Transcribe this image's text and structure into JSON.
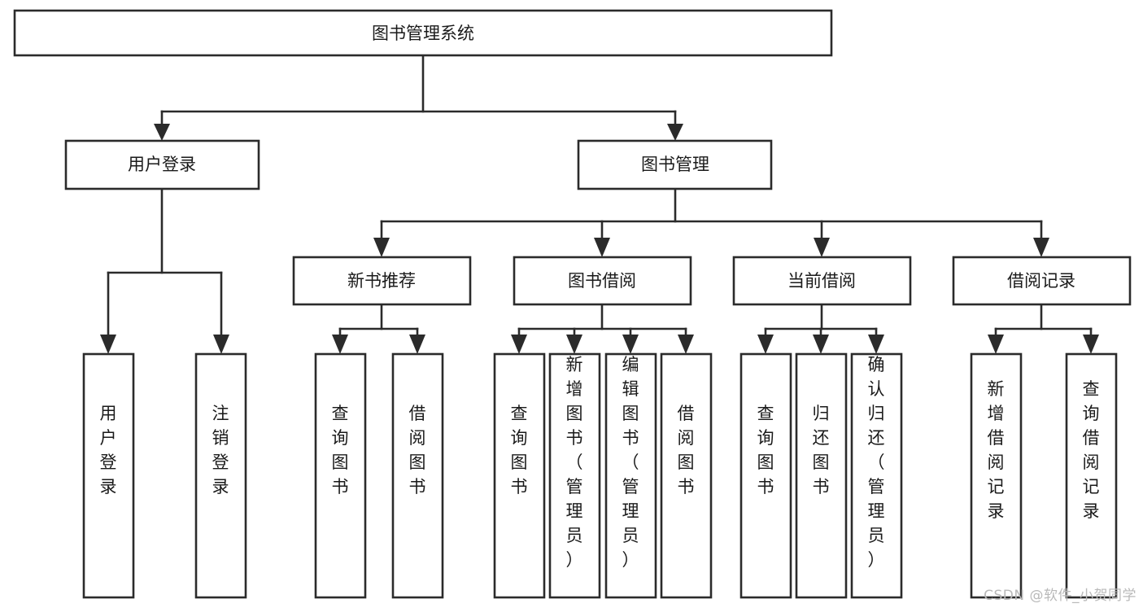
{
  "diagram": {
    "type": "tree",
    "title": "图书管理系统",
    "watermark": "CSDN @软件_小贺同学",
    "colors": {
      "stroke": "#2b2b2b",
      "fill": "#ffffff",
      "text": "#1a1a1a",
      "watermark": "#b9b9b9",
      "background": "#ffffff"
    },
    "nodes": {
      "root": {
        "label": "图书管理系统",
        "orientation": "horizontal",
        "level": 1
      },
      "l2_user_login": {
        "label": "用户登录",
        "orientation": "horizontal",
        "level": 2
      },
      "l2_book_mgmt": {
        "label": "图书管理",
        "orientation": "horizontal",
        "level": 2
      },
      "l3_new_book": {
        "label": "新书推荐",
        "orientation": "horizontal",
        "level": 3
      },
      "l3_borrow": {
        "label": "图书借阅",
        "orientation": "horizontal",
        "level": 3
      },
      "l3_current": {
        "label": "当前借阅",
        "orientation": "horizontal",
        "level": 3
      },
      "l3_record": {
        "label": "借阅记录",
        "orientation": "horizontal",
        "level": 3
      },
      "leaf_user_login": {
        "label": "用户登录",
        "orientation": "vertical",
        "level": 4
      },
      "leaf_logout": {
        "label": "注销登录",
        "orientation": "vertical",
        "level": 4
      },
      "leaf_query_book_1": {
        "label": "查询图书",
        "orientation": "vertical",
        "level": 4
      },
      "leaf_borrow_book_1": {
        "label": "借阅图书",
        "orientation": "vertical",
        "level": 4
      },
      "leaf_query_book_2": {
        "label": "查询图书",
        "orientation": "vertical",
        "level": 4
      },
      "leaf_add_book": {
        "label": "新增图书（管理员）",
        "orientation": "vertical",
        "level": 4
      },
      "leaf_edit_book": {
        "label": "编辑图书（管理员）",
        "orientation": "vertical",
        "level": 4
      },
      "leaf_borrow_book_2": {
        "label": "借阅图书",
        "orientation": "vertical",
        "level": 4
      },
      "leaf_query_book_3": {
        "label": "查询图书",
        "orientation": "vertical",
        "level": 4
      },
      "leaf_return_book": {
        "label": "归还图书",
        "orientation": "vertical",
        "level": 4
      },
      "leaf_confirm_return": {
        "label": "确认归还（管理员）",
        "orientation": "vertical",
        "level": 4
      },
      "leaf_add_record": {
        "label": "新增借阅记录",
        "orientation": "vertical",
        "level": 4
      },
      "leaf_query_record": {
        "label": "查询借阅记录",
        "orientation": "vertical",
        "level": 4
      }
    },
    "edges": [
      {
        "from": "root",
        "to": "l2_user_login"
      },
      {
        "from": "root",
        "to": "l2_book_mgmt"
      },
      {
        "from": "l2_user_login",
        "to": "leaf_user_login"
      },
      {
        "from": "l2_user_login",
        "to": "leaf_logout"
      },
      {
        "from": "l2_book_mgmt",
        "to": "l3_new_book"
      },
      {
        "from": "l2_book_mgmt",
        "to": "l3_borrow"
      },
      {
        "from": "l2_book_mgmt",
        "to": "l3_current"
      },
      {
        "from": "l2_book_mgmt",
        "to": "l3_record"
      },
      {
        "from": "l3_new_book",
        "to": "leaf_query_book_1"
      },
      {
        "from": "l3_new_book",
        "to": "leaf_borrow_book_1"
      },
      {
        "from": "l3_borrow",
        "to": "leaf_query_book_2"
      },
      {
        "from": "l3_borrow",
        "to": "leaf_add_book"
      },
      {
        "from": "l3_borrow",
        "to": "leaf_edit_book"
      },
      {
        "from": "l3_borrow",
        "to": "leaf_borrow_book_2"
      },
      {
        "from": "l3_current",
        "to": "leaf_query_book_3"
      },
      {
        "from": "l3_current",
        "to": "leaf_return_book"
      },
      {
        "from": "l3_current",
        "to": "leaf_confirm_return"
      },
      {
        "from": "l3_record",
        "to": "leaf_add_record"
      },
      {
        "from": "l3_record",
        "to": "leaf_query_record"
      }
    ]
  }
}
